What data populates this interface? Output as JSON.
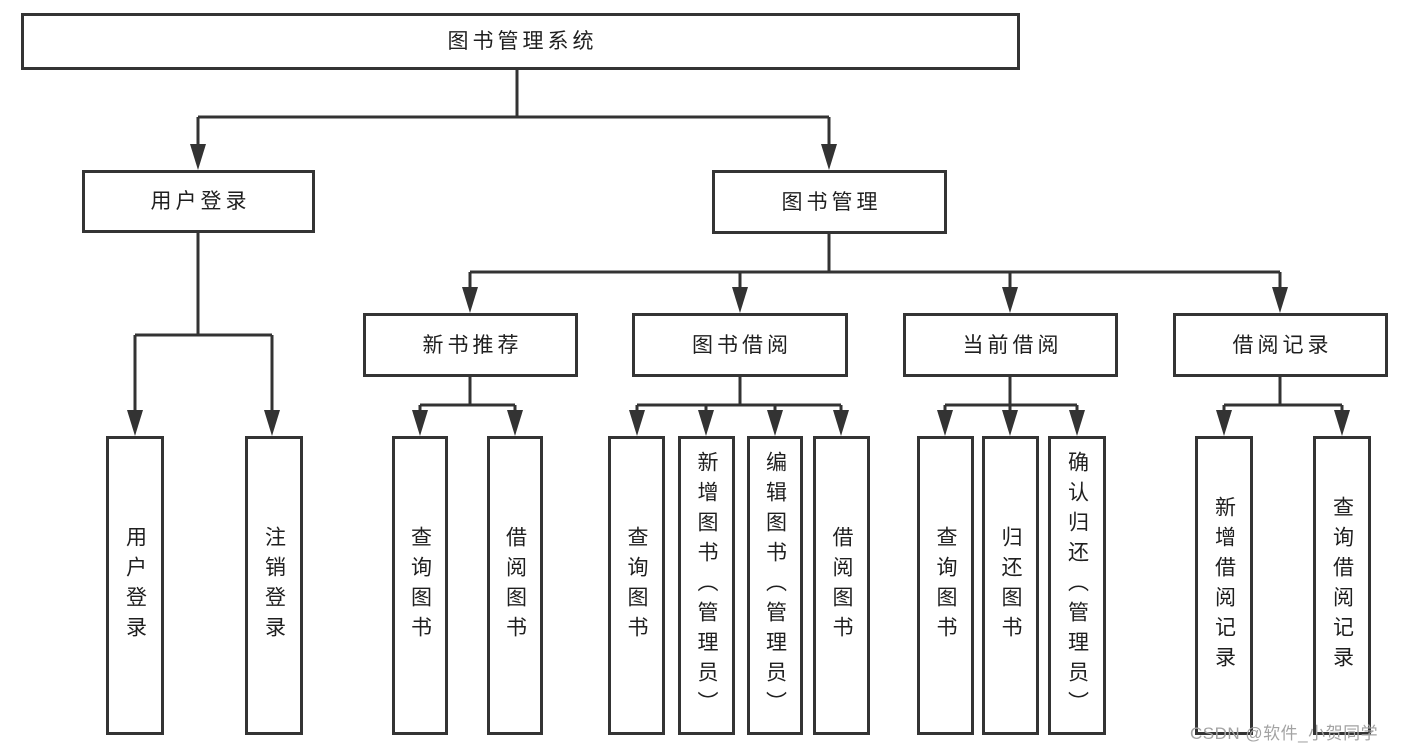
{
  "tree": {
    "root": {
      "label": "图书管理系统"
    },
    "children": [
      {
        "label": "用户登录",
        "leaves": [
          {
            "label": "用户登录"
          },
          {
            "label": "注销登录"
          }
        ]
      },
      {
        "label": "图书管理",
        "children": [
          {
            "label": "新书推荐",
            "leaves": [
              {
                "label": "查询图书"
              },
              {
                "label": "借阅图书"
              }
            ]
          },
          {
            "label": "图书借阅",
            "leaves": [
              {
                "label": "查询图书"
              },
              {
                "label": "新增图书（管理员）"
              },
              {
                "label": "编辑图书（管理员）"
              },
              {
                "label": "借阅图书"
              }
            ]
          },
          {
            "label": "当前借阅",
            "leaves": [
              {
                "label": "查询图书"
              },
              {
                "label": "归还图书"
              },
              {
                "label": "确认归还（管理员）"
              }
            ]
          },
          {
            "label": "借阅记录",
            "leaves": [
              {
                "label": "新增借阅记录"
              },
              {
                "label": "查询借阅记录"
              }
            ]
          }
        ]
      }
    ]
  },
  "watermark": {
    "text": "CSDN @软件_小贺同学"
  },
  "colors": {
    "line": "#333333",
    "box_border": "#343434",
    "text": "#1f1f1f",
    "watermark": "#a3a3a3",
    "background": "#ffffff"
  }
}
